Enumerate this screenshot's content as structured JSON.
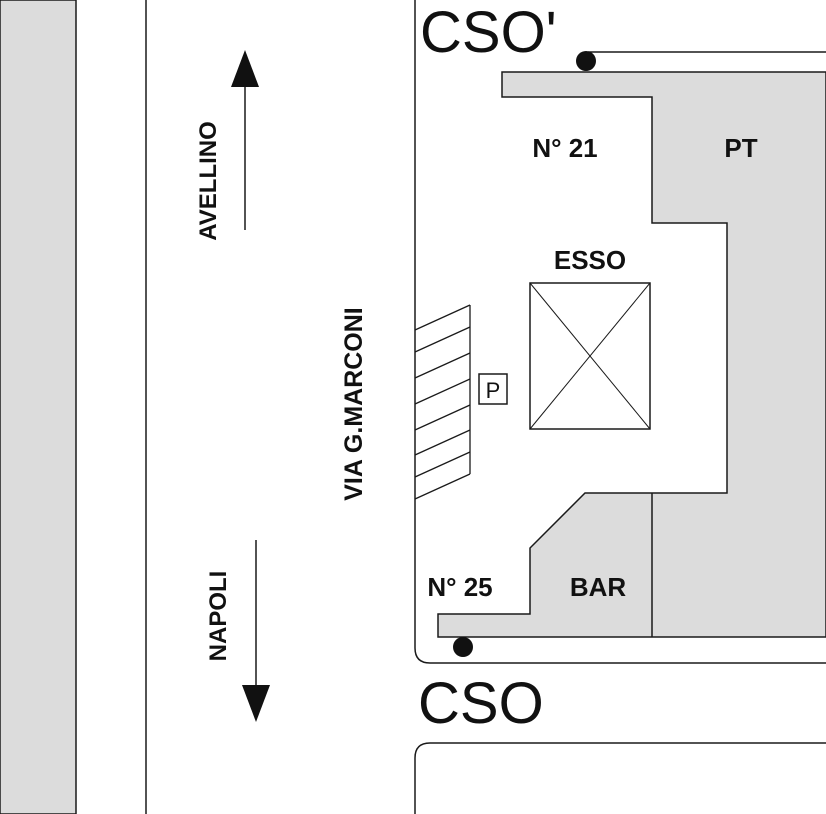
{
  "colors": {
    "background": "#ffffff",
    "block_fill": "#dcdcdc",
    "line": "#1a1a1a"
  },
  "streets": {
    "corso_top": "CSO'",
    "corso_bottom": "CSO",
    "via_marconi": "VIA G.MARCONI"
  },
  "directions": {
    "north": "AVELLINO",
    "south": "NAPOLI"
  },
  "labels": {
    "number_21": "N° 21",
    "number_25": "N° 25",
    "pt": "PT",
    "esso": "ESSO",
    "bar": "BAR",
    "parking": "P"
  },
  "icons": {
    "north_arrow": "arrow-up-icon",
    "south_arrow": "arrow-down-icon",
    "parking": "parking-sign-icon",
    "station": "crossed-box-icon",
    "corner_dots": "dot-marker-icon"
  }
}
